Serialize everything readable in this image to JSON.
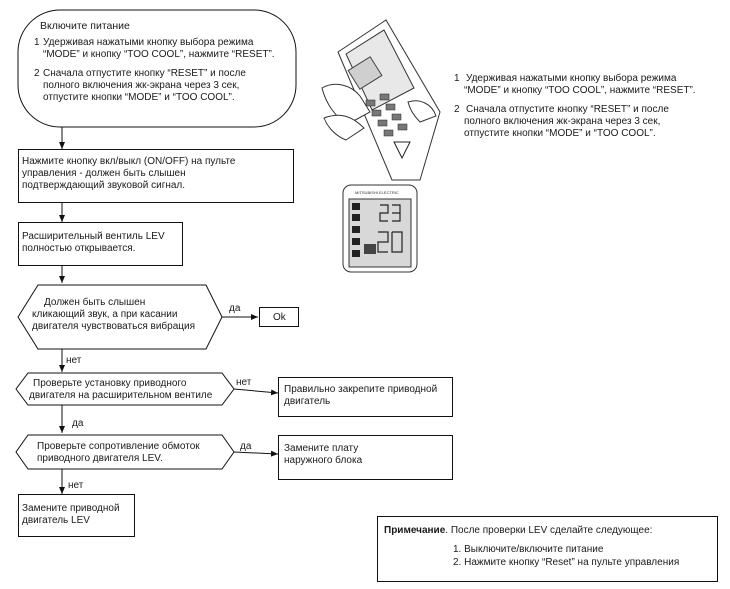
{
  "start": {
    "title": "Включите питание",
    "step1_num": "1",
    "step1_line1": "Удерживая нажатыми кнопку выбора режима",
    "step1_line2": "“MODE” и кнопку “TOO COOL”, нажмите “RESET”.",
    "step2_num": "2",
    "step2_line1": "Сначала отпустите кнопку “RESET” и после",
    "step2_line2": "полного включения жк-экрана через 3 сек,",
    "step2_line3": "отпустите кнопки “MODE” и “TOO COOL”."
  },
  "side_notes": {
    "n1_num": "1",
    "n1_line1": "Удерживая нажатыми кнопку выбора режима",
    "n1_line2": "“MODE” и кнопку “TOO COOL”, нажмите “RESET”.",
    "n2_num": "2",
    "n2_line1": "Сначала отпустите кнопку “RESET” и после",
    "n2_line2": "полного включения жк-экрана через 3 сек,",
    "n2_line3": "отпустите кнопки “MODE” и “TOO COOL”."
  },
  "remote_brand": "MITSUBISHI ELECTRIC",
  "onoff": {
    "line1": "Нажмите кнопку вкл/выкл (ON/OFF) на пульте",
    "line2": "управления - должен быть слышен",
    "line3": "подтверждающий звуковой сигнал."
  },
  "lev": {
    "line1": "Расширительный вентиль LEV",
    "line2": "полностью открывается."
  },
  "sound": {
    "line1": "Должен быть слышен",
    "line2": "кликающий звук, а при касании",
    "line3": "двигателя чувствоваться вибрация",
    "yes": "да",
    "no": "нет",
    "ok": "Ok"
  },
  "mount": {
    "line1": "Проверьте установку приводного",
    "line2": "двигателя на расширительном вентиле",
    "no": "нет",
    "yes": "да",
    "action_line1": "Правильно закрепите приводной",
    "action_line2": "двигатель"
  },
  "winding": {
    "line1": "Проверьте сопротивление обмоток",
    "line2": "приводного двигателя LEV.",
    "yes": "да",
    "no": "нет",
    "action_line1": "Замените плату",
    "action_line2": "наружного блока"
  },
  "replace": {
    "line1": "Замените приводной",
    "line2": "двигатель LEV"
  },
  "note": {
    "label": "Примечание",
    "text": ". После проверки LEV сделайте следующее:",
    "item1": "1. Выключите/включите питание",
    "item2": "2. Нажмите кнопку “Reset” на пульте управления"
  }
}
